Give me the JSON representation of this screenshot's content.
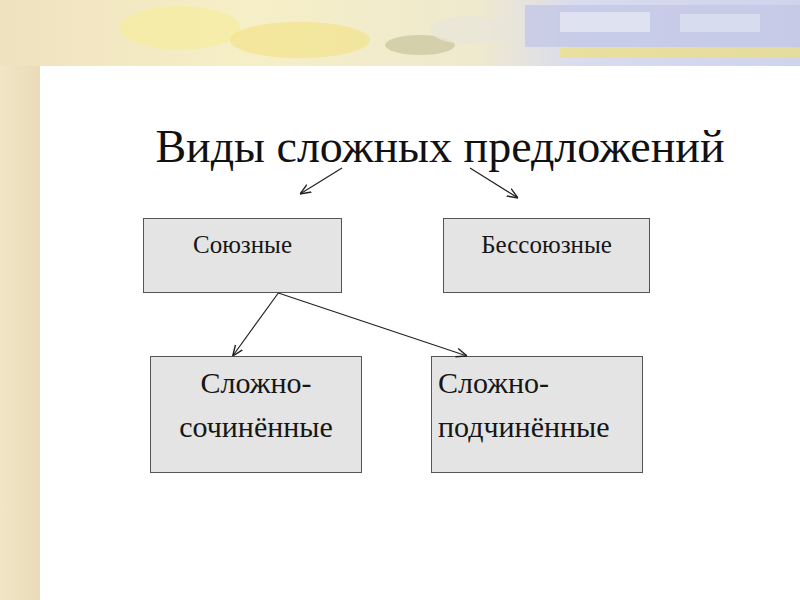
{
  "diagram": {
    "title": "Виды сложных предложений",
    "nodes": [
      {
        "text": [
          "Союзные"
        ]
      },
      {
        "text": [
          "Бессоюзные"
        ]
      },
      {
        "text": [
          "Сложно- сочинённые"
        ]
      },
      {
        "text": [
          "Сложно- подчинённые"
        ]
      }
    ],
    "edges": [
      {
        "from": 0,
        "to": 2,
        "arrow": "to"
      },
      {
        "from": 0,
        "to": 3,
        "arrow": "to"
      }
    ]
  }
}
